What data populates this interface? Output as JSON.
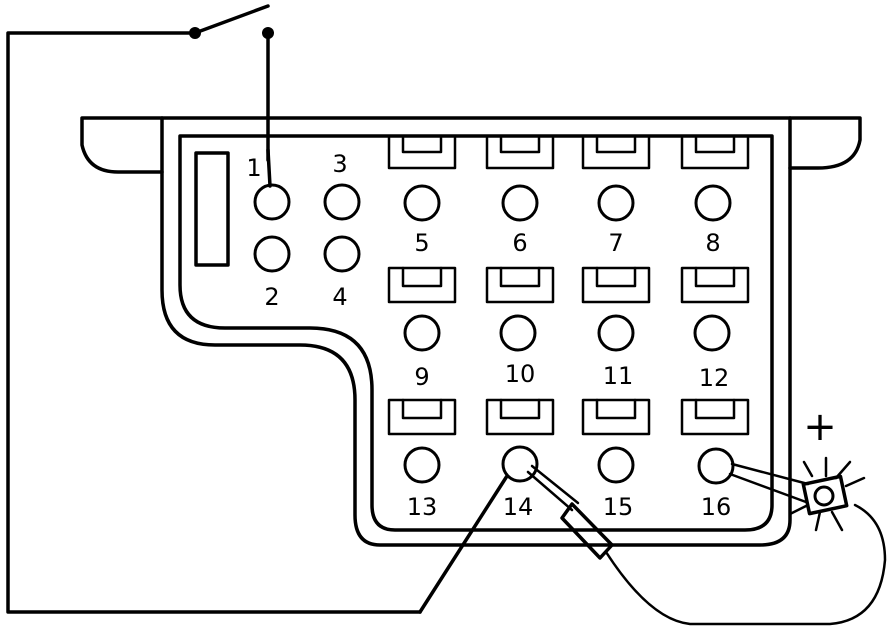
{
  "fuse_box": {
    "sockets": [
      {
        "label": "1"
      },
      {
        "label": "2"
      },
      {
        "label": "3"
      },
      {
        "label": "4"
      },
      {
        "label": "5"
      },
      {
        "label": "6"
      },
      {
        "label": "7"
      },
      {
        "label": "8"
      },
      {
        "label": "9"
      },
      {
        "label": "10"
      },
      {
        "label": "11"
      },
      {
        "label": "12"
      },
      {
        "label": "13"
      },
      {
        "label": "14"
      },
      {
        "label": "15"
      },
      {
        "label": "16"
      }
    ]
  },
  "test_lamp": {
    "polarity_label": "+"
  },
  "icons": [
    "switch-icon",
    "test-probe-icon",
    "test-lamp-icon"
  ]
}
